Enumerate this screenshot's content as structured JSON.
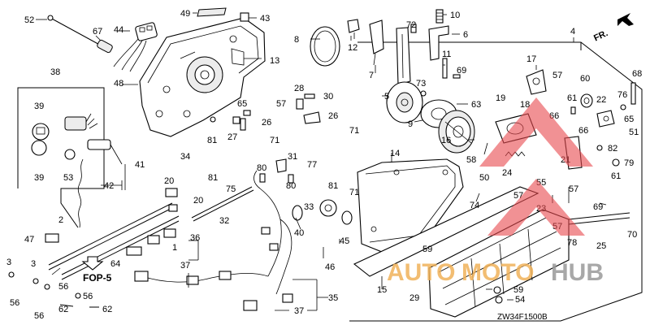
{
  "callouts": {
    "c1": "1",
    "c2": "2",
    "c3a": "3",
    "c3b": "3",
    "c4": "4",
    "c5": "5",
    "c6": "6",
    "c7": "7",
    "c8": "8",
    "c9": "9",
    "c10": "10",
    "c11": "11",
    "c12": "12",
    "c13": "13",
    "c14": "14",
    "c15": "15",
    "c16": "16",
    "c17": "17",
    "c18": "18",
    "c19": "19",
    "c20a": "20",
    "c20b": "20",
    "c21": "21",
    "c22": "22",
    "c23": "23",
    "c24": "24",
    "c25": "25",
    "c26a": "26",
    "c26b": "26",
    "c27": "27",
    "c28": "28",
    "c29": "29",
    "c30": "30",
    "c31": "31",
    "c32": "32",
    "c33": "33",
    "c34": "34",
    "c35": "35",
    "c36": "36",
    "c37a": "37",
    "c37b": "37",
    "c38": "38",
    "c39a": "39",
    "c39b": "39",
    "c40": "40",
    "c41": "41",
    "c42": "42",
    "c43": "43",
    "c44": "44",
    "c45": "45",
    "c46": "46",
    "c47": "47",
    "c48": "48",
    "c49": "49",
    "c50": "50",
    "c51": "51",
    "c52": "52",
    "c53": "53",
    "c54": "54",
    "c55": "55",
    "c56a": "56",
    "c56b": "56",
    "c56c": "56",
    "c56d": "56",
    "c57a": "57",
    "c57b": "57",
    "c57c": "57",
    "c57d": "57",
    "c57e": "57",
    "c58": "58",
    "c59a": "59",
    "c59b": "59",
    "c60": "60",
    "c61a": "61",
    "c61b": "61",
    "c62a": "62",
    "c62b": "62",
    "c63": "63",
    "c64": "64",
    "c65": "65",
    "c66a": "66",
    "c66b": "66",
    "c67": "67",
    "c68": "68",
    "c69a": "69",
    "c69b": "69",
    "c70": "70",
    "c71a": "71",
    "c71b": "71",
    "c71c": "71",
    "c72": "72",
    "c73": "73",
    "c74": "74",
    "c75": "75",
    "c76": "76",
    "c77": "77",
    "c78": "78",
    "c79": "79",
    "c80a": "80",
    "c80b": "80",
    "c81a": "81",
    "c81b": "81",
    "c82": "82"
  },
  "labels": {
    "fop": "FOP-5",
    "fr": "FR.",
    "diagram_code": "ZW34F1500B"
  },
  "watermark": {
    "part1": "AUTO",
    "part2": "MOTO",
    "part3": "HUB",
    "color_orange": "#f0b25a",
    "color_gray": "#9a9a9a",
    "color_red": "#e8484d"
  }
}
